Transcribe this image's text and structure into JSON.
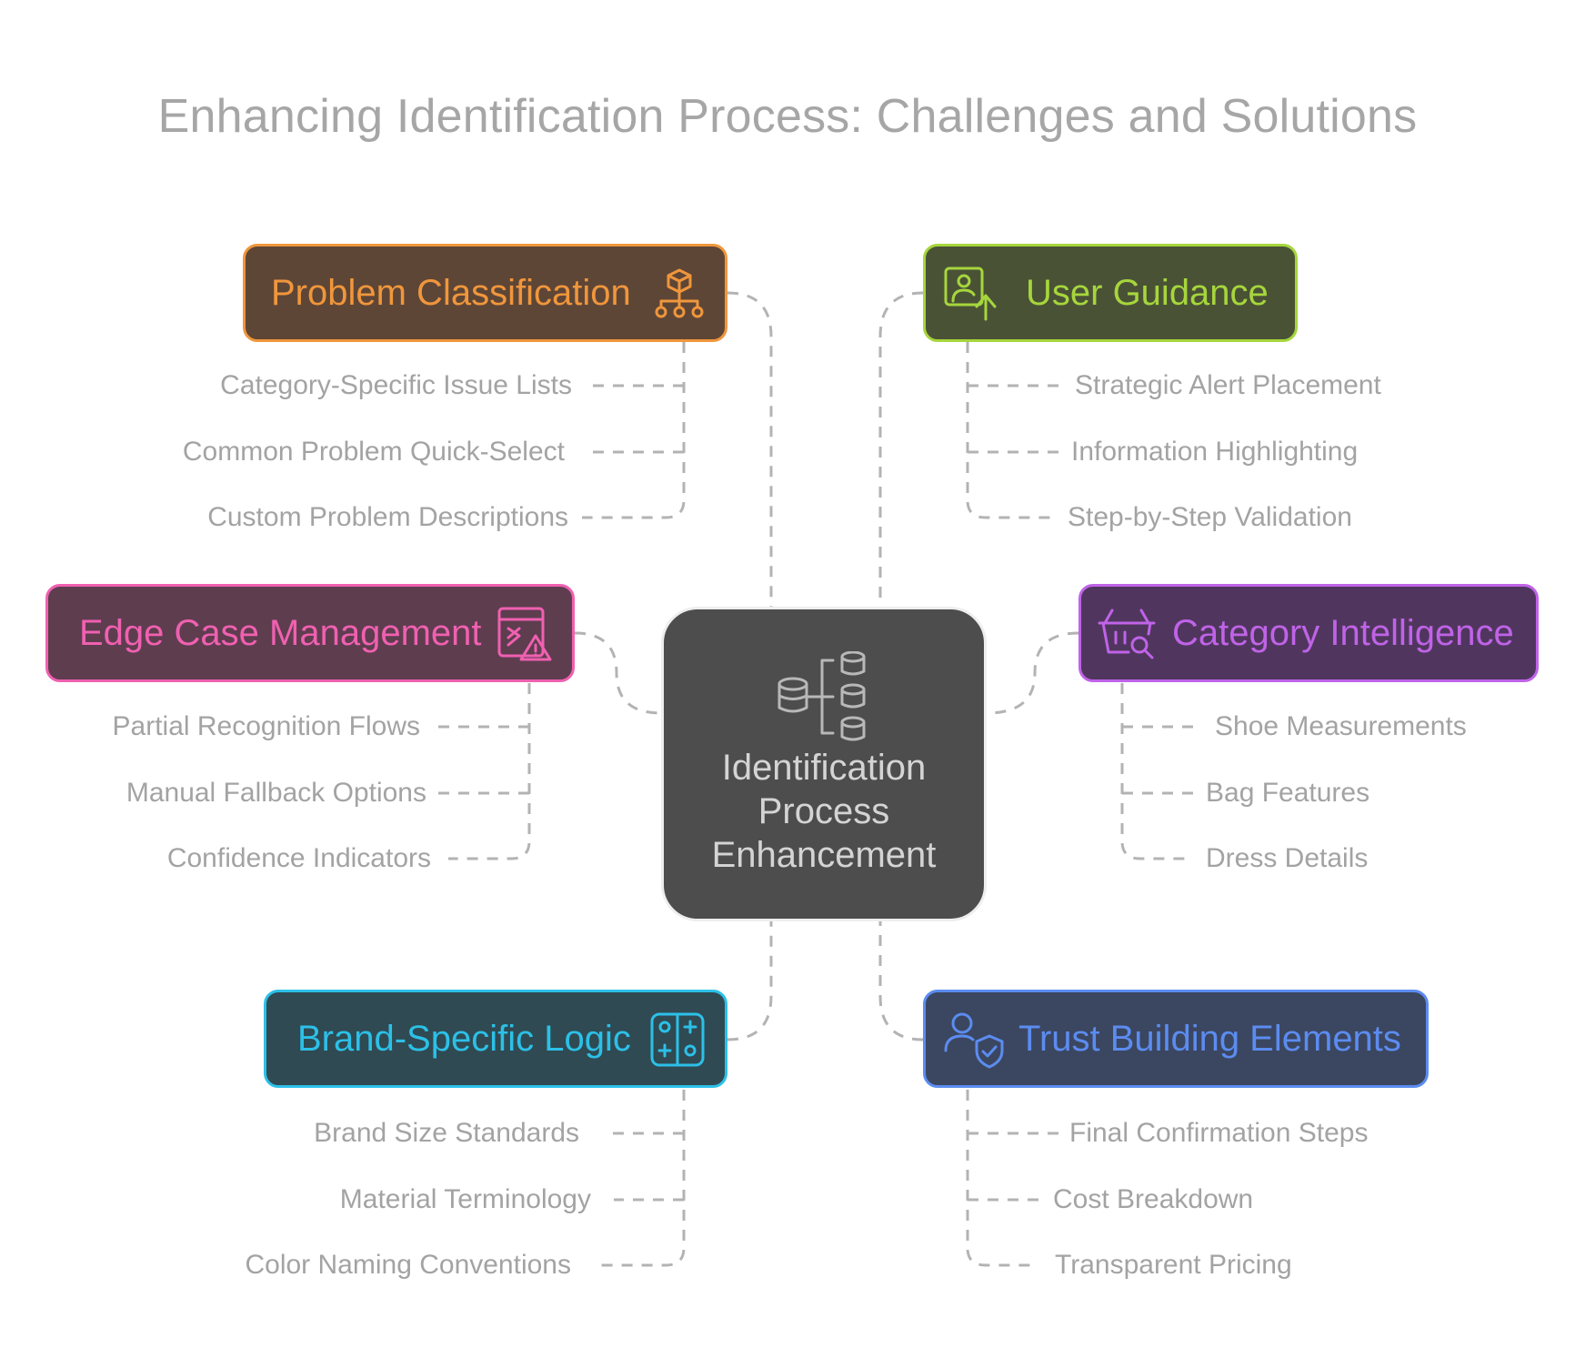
{
  "title": "Enhancing Identification Process: Challenges and Solutions",
  "center": {
    "line1": "Identification",
    "line2": "Process",
    "line3": "Enhancement",
    "icon": "database-flow-icon"
  },
  "colors": {
    "connector": "#b3b3b3",
    "problem_classification": "#f0963c",
    "user_guidance": "#a6d63c",
    "edge_case": "#f060b0",
    "category_intelligence": "#c063e8",
    "brand_logic": "#2cc0e8",
    "trust_building": "#5b8cf0"
  },
  "branches": {
    "problem_classification": {
      "label": "Problem Classification",
      "icon": "hierarchy-cube-icon",
      "items": [
        "Category-Specific Issue Lists",
        "Common Problem Quick-Select",
        "Custom Problem Descriptions"
      ]
    },
    "user_guidance": {
      "label": "User Guidance",
      "icon": "user-upload-icon",
      "items": [
        "Strategic Alert Placement",
        "Information Highlighting",
        "Step-by-Step Validation"
      ]
    },
    "edge_case": {
      "label": "Edge Case Management",
      "icon": "warning-document-icon",
      "items": [
        "Partial Recognition Flows",
        "Manual Fallback Options",
        "Confidence Indicators"
      ]
    },
    "category_intelligence": {
      "label": "Category Intelligence",
      "icon": "basket-search-icon",
      "items": [
        "Shoe Measurements",
        "Bag Features",
        "Dress Details"
      ]
    },
    "brand_logic": {
      "label": "Brand-Specific Logic",
      "icon": "controller-icon",
      "items": [
        "Brand Size Standards",
        "Material Terminology",
        "Color Naming Conventions"
      ]
    },
    "trust_building": {
      "label": "Trust Building Elements",
      "icon": "user-shield-icon",
      "items": [
        "Final Confirmation Steps",
        "Cost Breakdown",
        "Transparent Pricing"
      ]
    }
  }
}
